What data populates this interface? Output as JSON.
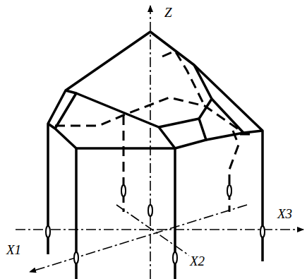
{
  "diagram": {
    "labels": [
      "Z",
      "X1",
      "X2",
      "X3"
    ]
  }
}
